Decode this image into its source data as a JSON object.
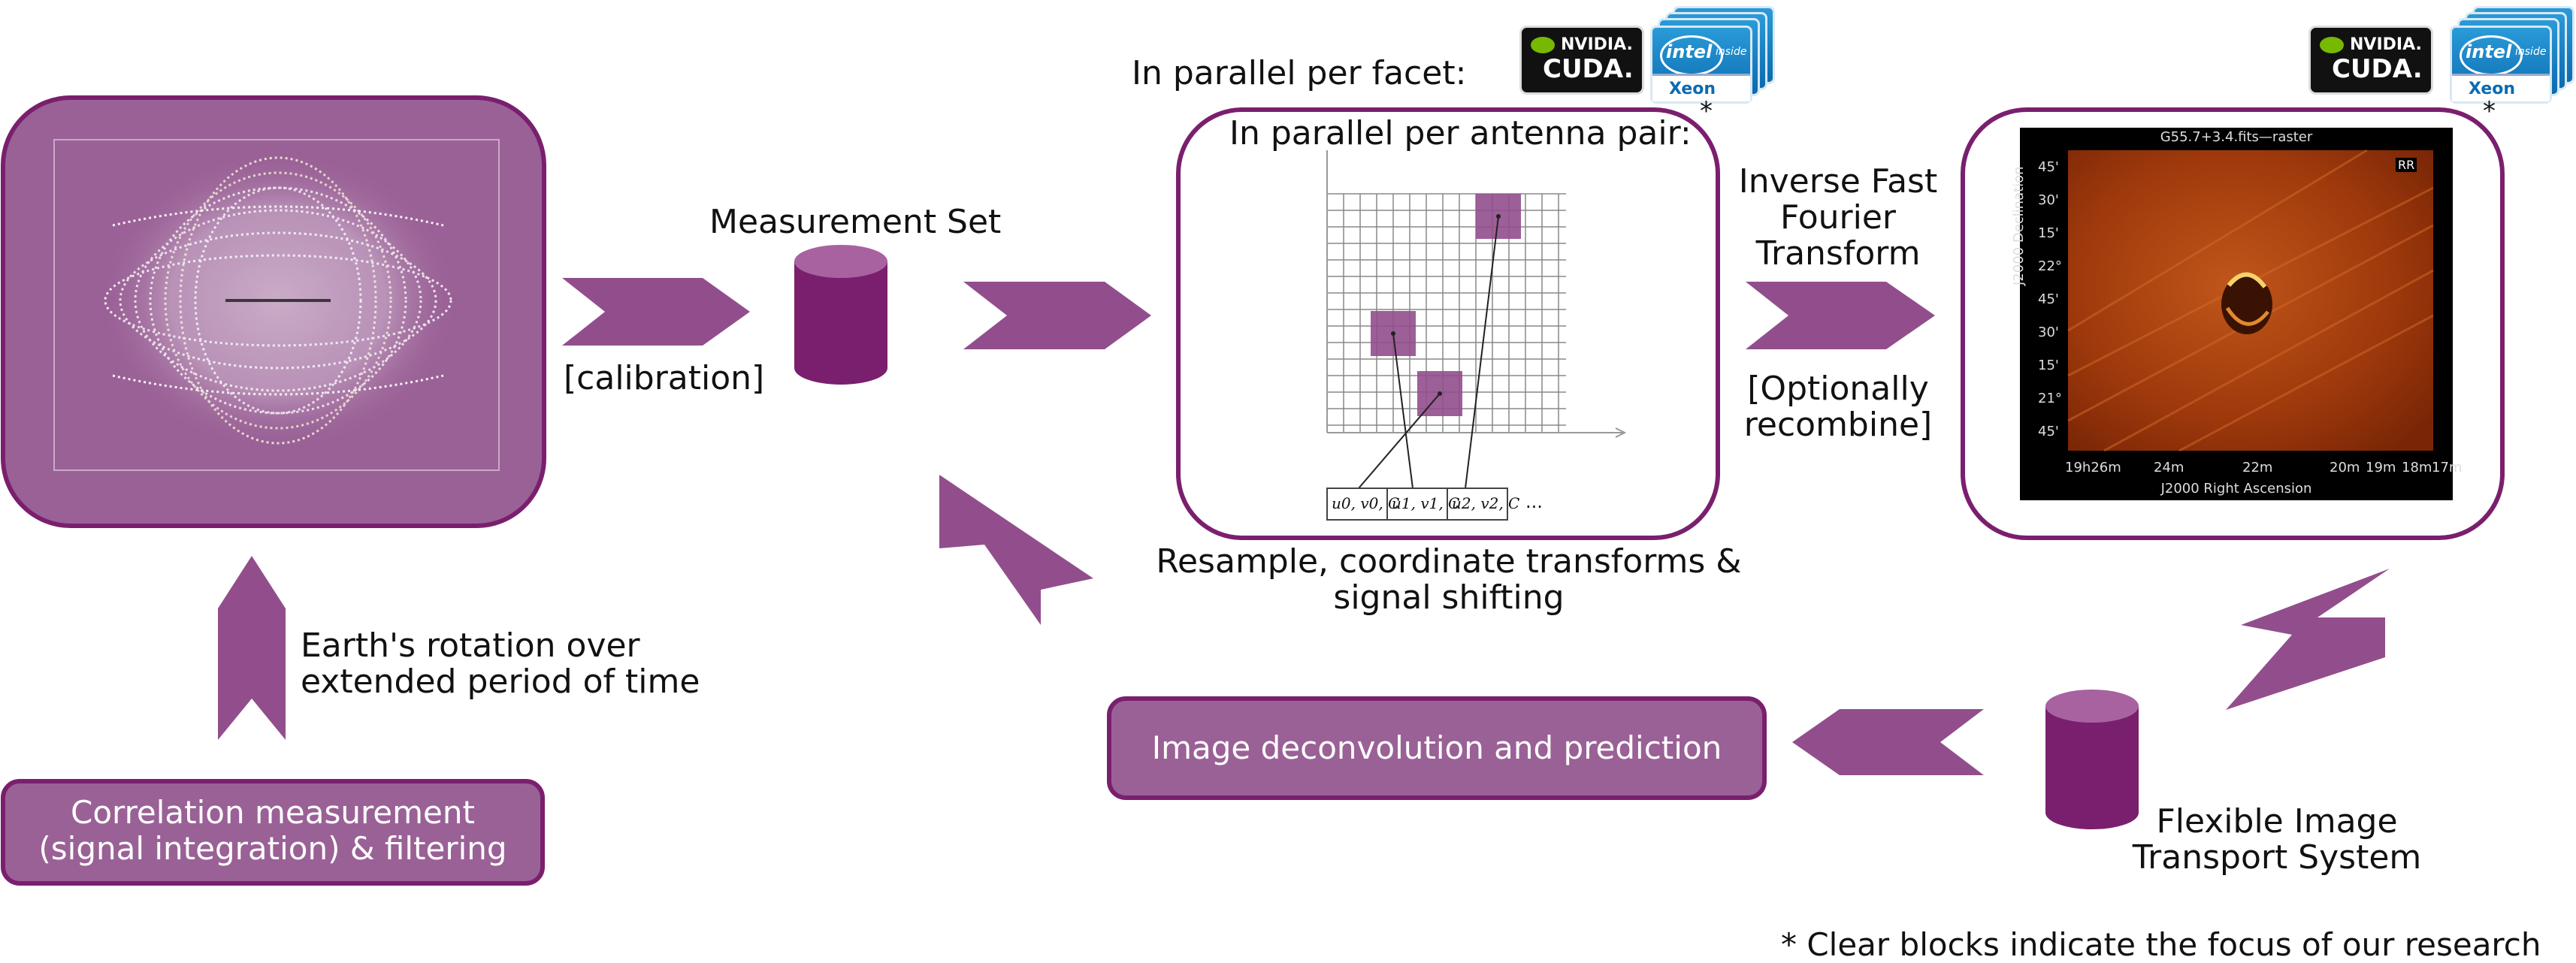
{
  "colors": {
    "accent": "#924e8c",
    "accent_dark": "#7a1f6e",
    "box_fill": "#9a6196",
    "white": "#ffffff"
  },
  "labels": {
    "measurement_set": "Measurement Set",
    "calibration": "[calibration]",
    "parallel_facet": "In parallel per facet:",
    "parallel_antenna": "In parallel per antenna pair:",
    "inverse_fft_1": "Inverse Fast",
    "inverse_fft_2": "Fourier",
    "inverse_fft_3": "Transform",
    "optionally_1": "[Optionally",
    "optionally_2": "recombine]",
    "resample_1": "Resample, coordinate transforms &",
    "resample_2": "signal shifting",
    "earth_1": "Earth's rotation over",
    "earth_2": "extended period of time",
    "fits_1": "Flexible Image",
    "fits_2": "Transport System",
    "footnote": "* Clear blocks indicate the focus of our research"
  },
  "boxes": {
    "correlation_1": "Correlation measurement",
    "correlation_2": "(signal integration) & filtering",
    "deconvolution": "Image deconvolution and prediction"
  },
  "logos": {
    "nvidia_brand": "NVIDIA.",
    "cuda": "CUDA.",
    "intel": "intel",
    "intel_inside": "inside",
    "xeon": "Xeon",
    "asterisk": "*"
  },
  "grid_figure": {
    "buffer_cells": [
      "u0, v0, C",
      "u1, v1, C",
      "u2, v2, C",
      "..."
    ]
  },
  "sky_image": {
    "title": "G55.7+3.4.fits—raster",
    "badge": "RR",
    "ylabel": "J2000 Declination",
    "xlabel": "J2000 Right Ascension",
    "yticks": [
      "45'",
      "30'",
      "15'",
      "22°",
      "45'",
      "30'",
      "15'",
      "21°",
      "45'"
    ],
    "xticks": [
      "19h26m",
      "24m",
      "22m",
      "20m",
      "19m",
      "18m",
      "17m"
    ]
  },
  "icons": [
    "nvidia-cuda-icon",
    "intel-xeon-icon",
    "database-cylinder-icon",
    "chevron-arrow-icon"
  ]
}
